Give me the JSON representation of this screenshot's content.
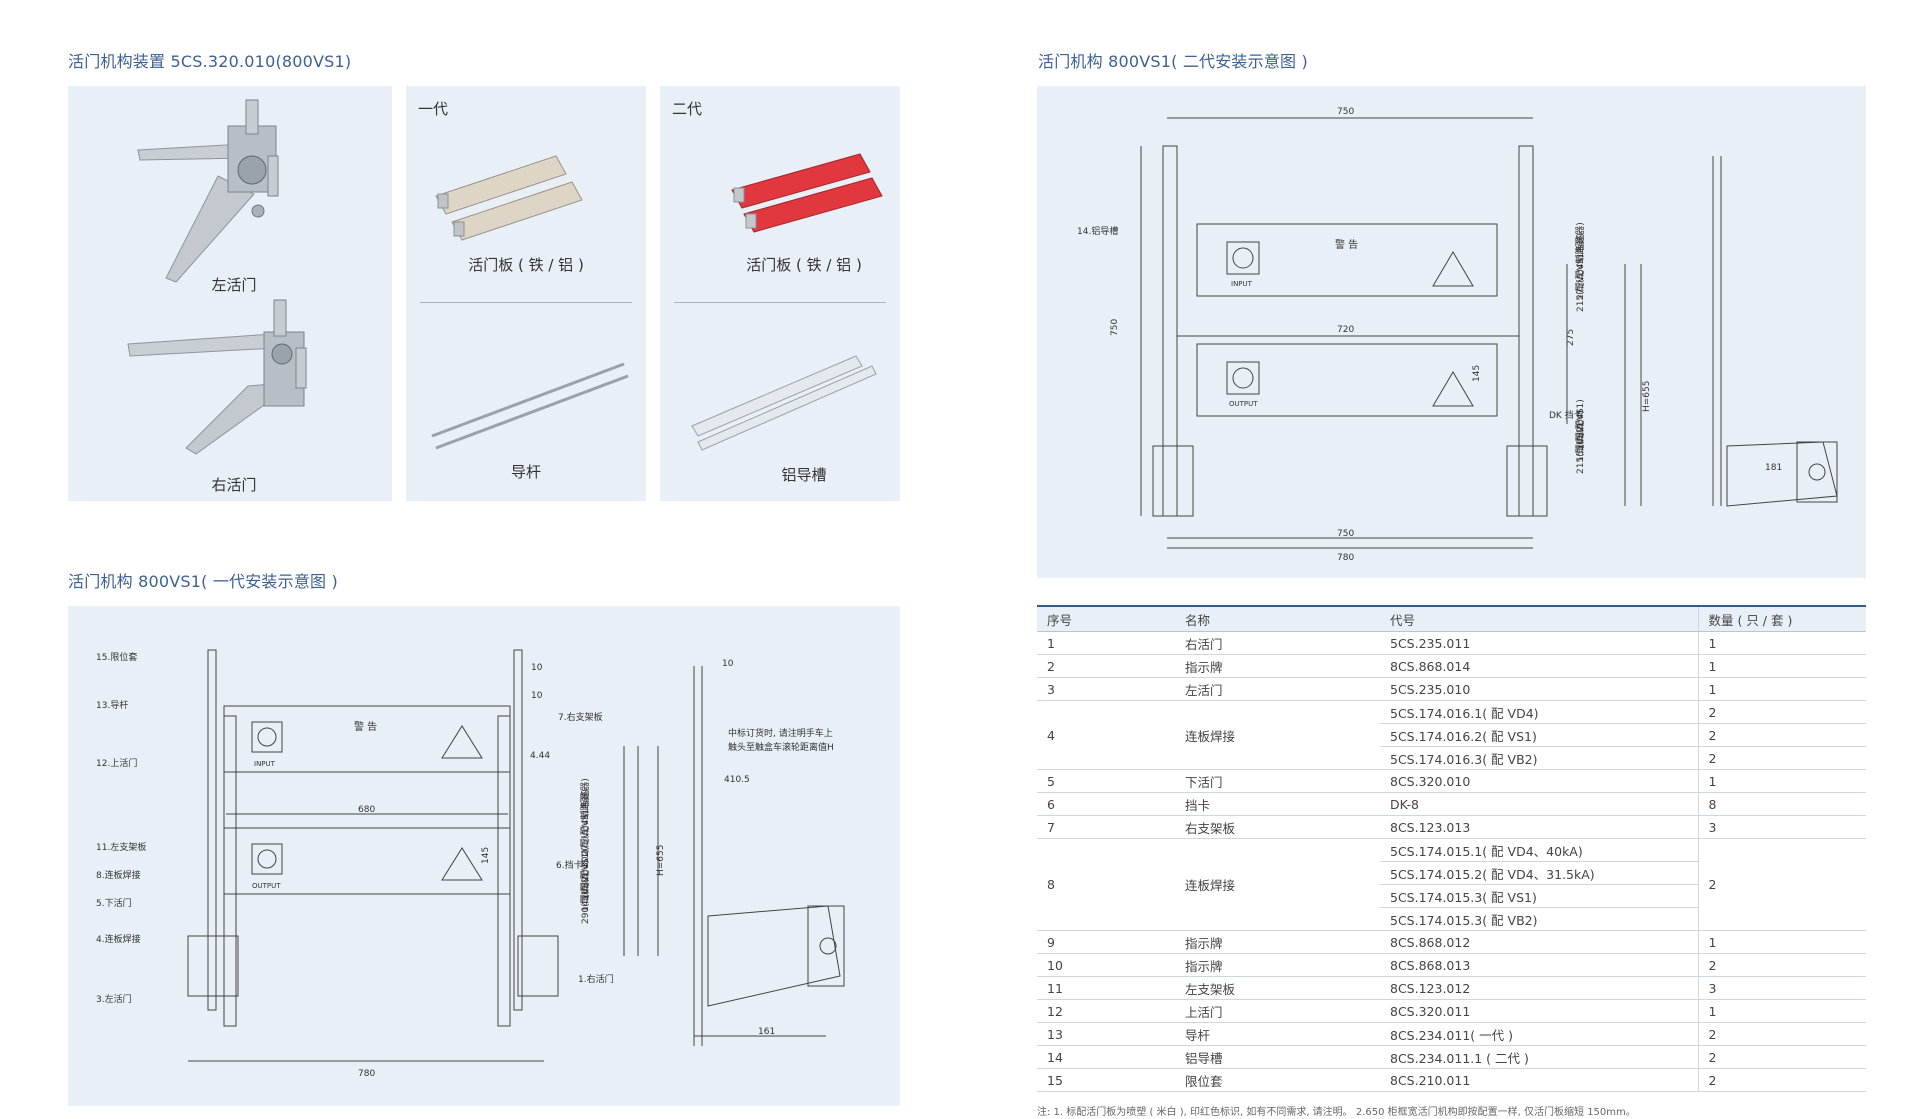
{
  "titles": {
    "top_left": "活门机构装置 5CS.320.010(800VS1)",
    "top_right": "活门机构 800VS1( 二代安装示意图 )",
    "bottom_left": "活门机构 800VS1( 一代安装示意图 )"
  },
  "photos": {
    "col1": {
      "upper_caption": "左活门",
      "lower_caption": "右活门"
    },
    "col2": {
      "heading": "一代",
      "upper_caption": "活门板 ( 铁 / 铝 )",
      "lower_caption": "导杆"
    },
    "col3": {
      "heading": "二代",
      "upper_caption": "活门板 ( 铁 / 铝 )",
      "lower_caption": "铝导槽"
    }
  },
  "drawing_gen1": {
    "callouts": [
      "15.限位套",
      "13.导杆",
      "12.上活门",
      "11.左支架板",
      "8.连板焊接",
      "5.下活门",
      "4.连板焊接",
      "3.左活门",
      "7.右支架板",
      "6.挡卡",
      "1.右活门"
    ],
    "dims": [
      "10",
      "10",
      "4.44",
      "680",
      "145",
      "780",
      "H=655",
      "10",
      "410.5",
      "161"
    ],
    "vertical_dims": [
      "275(配VS1断路器)",
      "300(配VD4断路器)",
      "165(配VS1)",
      "145(配VD4)",
      "290(配VB2)"
    ],
    "warning_title": "警 告",
    "input_label": "INPUT",
    "output_label": "OUTPUT",
    "side_note": [
      "中标订货时, 请注明手车上",
      "触头至触盒车滚轮距离值H"
    ]
  },
  "drawing_gen2": {
    "callouts": [
      "14.铝导槽",
      "DK 挡卡"
    ],
    "dims": [
      "750",
      "720",
      "275",
      "145",
      "750",
      "780",
      "750",
      "H=655",
      "181"
    ],
    "vertical_dims": [
      "275(配VS1断路器)",
      "215(配VD4断路器)",
      "165(配VS1)",
      "155(配VD4)",
      "215(配VB2)"
    ],
    "warning_title": "警 告",
    "input_label": "INPUT",
    "output_label": "OUTPUT"
  },
  "parts_table": {
    "headers": [
      "序号",
      "名称",
      "代号",
      "数量 ( 只 / 套 )"
    ],
    "rows": [
      {
        "no": "1",
        "name": "右活门",
        "codes": [
          "5CS.235.011"
        ],
        "qty": [
          "1"
        ]
      },
      {
        "no": "2",
        "name": "指示牌",
        "codes": [
          "8CS.868.014"
        ],
        "qty": [
          "1"
        ]
      },
      {
        "no": "3",
        "name": "左活门",
        "codes": [
          "5CS.235.010"
        ],
        "qty": [
          "1"
        ]
      },
      {
        "no": "4",
        "name": "连板焊接",
        "codes": [
          "5CS.174.016.1( 配 VD4)",
          "5CS.174.016.2( 配 VS1)",
          "5CS.174.016.3( 配 VB2)"
        ],
        "qty": [
          "2",
          "2",
          "2"
        ]
      },
      {
        "no": "5",
        "name": "下活门",
        "codes": [
          "8CS.320.010"
        ],
        "qty": [
          "1"
        ]
      },
      {
        "no": "6",
        "name": "挡卡",
        "codes": [
          "DK-8"
        ],
        "qty": [
          "8"
        ]
      },
      {
        "no": "7",
        "name": "右支架板",
        "codes": [
          "8CS.123.013"
        ],
        "qty": [
          "3"
        ]
      },
      {
        "no": "8",
        "name": "连板焊接",
        "codes": [
          "5CS.174.015.1( 配 VD4、40kA)",
          "5CS.174.015.2( 配 VD4、31.5kA)",
          "5CS.174.015.3( 配 VS1)",
          "5CS.174.015.3( 配 VB2)"
        ],
        "qty": [
          "2"
        ]
      },
      {
        "no": "9",
        "name": "指示牌",
        "codes": [
          "8CS.868.012"
        ],
        "qty": [
          "1"
        ]
      },
      {
        "no": "10",
        "name": "指示牌",
        "codes": [
          "8CS.868.013"
        ],
        "qty": [
          "2"
        ]
      },
      {
        "no": "11",
        "name": "左支架板",
        "codes": [
          "8CS.123.012"
        ],
        "qty": [
          "3"
        ]
      },
      {
        "no": "12",
        "name": "上活门",
        "codes": [
          "8CS.320.011"
        ],
        "qty": [
          "1"
        ]
      },
      {
        "no": "13",
        "name": "导杆",
        "codes": [
          "8CS.234.011( 一代 )"
        ],
        "qty": [
          "2"
        ]
      },
      {
        "no": "14",
        "name": "铝导槽",
        "codes": [
          "8CS.234.011.1 ( 二代 )"
        ],
        "qty": [
          "2"
        ]
      },
      {
        "no": "15",
        "name": "限位套",
        "codes": [
          "8CS.210.011"
        ],
        "qty": [
          "2"
        ]
      }
    ]
  },
  "note": "注: 1. 标配活门板为喷塑 ( 米白 ), 印红色标识, 如有不同需求, 请注明。 2.650 柜框宽活门机构即按配置一样, 仅活门板缩短 150mm。",
  "colors": {
    "accent": "#355a8e",
    "panel": "#e8eff6",
    "title": "#3d5f92"
  }
}
